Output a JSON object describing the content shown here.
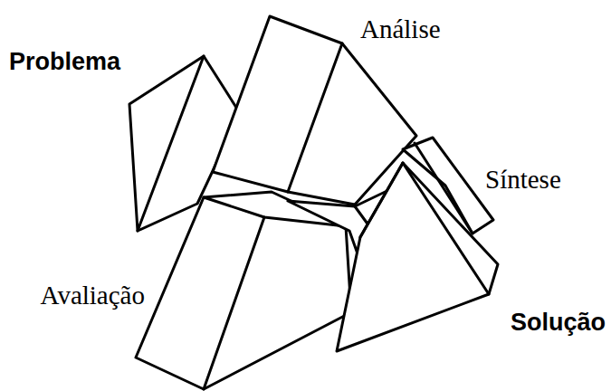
{
  "diagram": {
    "labels": [
      "Problema",
      "Análise",
      "Síntese",
      "Avaliação",
      "Solução"
    ]
  }
}
